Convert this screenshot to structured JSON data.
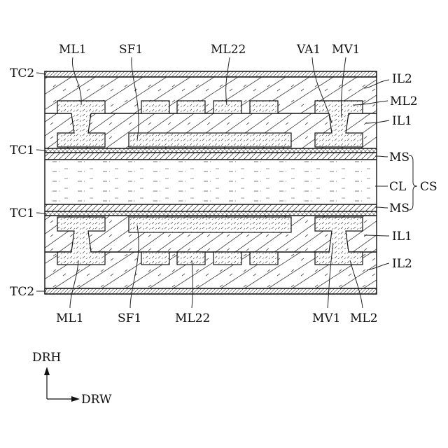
{
  "labels": {
    "top": [
      "ML1",
      "SF1",
      "ML22",
      "VA1",
      "MV1"
    ],
    "bottom": [
      "ML1",
      "SF1",
      "ML22",
      "MV1",
      "ML2"
    ],
    "left": [
      "TC2",
      "TC1",
      "TC1",
      "TC2"
    ],
    "right": [
      "IL2",
      "ML2",
      "IL1",
      "MS",
      "CL",
      "CS",
      "MS",
      "IL1",
      "IL2"
    ]
  },
  "axes": {
    "vertical": "DRH",
    "horizontal": "DRW"
  }
}
